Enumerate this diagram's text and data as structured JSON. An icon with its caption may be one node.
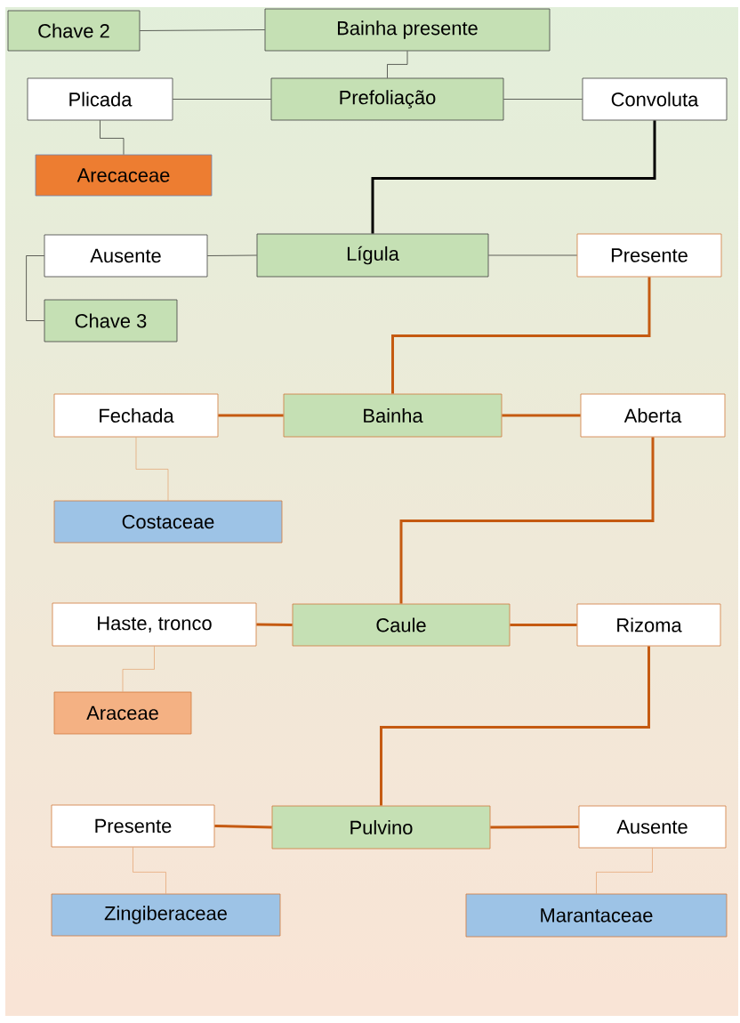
{
  "diagram": {
    "nodes": [
      {
        "text": [
          "Chave 2"
        ]
      },
      {
        "text": [
          "Bainha presente"
        ]
      },
      {
        "text": [
          "Plicada"
        ]
      },
      {
        "text": [
          "Prefoliação"
        ]
      },
      {
        "text": [
          "Convoluta"
        ]
      },
      {
        "text": [
          "Arecaceae"
        ]
      },
      {
        "text": [
          "Ausente"
        ]
      },
      {
        "text": [
          "Lígula"
        ]
      },
      {
        "text": [
          "Presente"
        ]
      },
      {
        "text": [
          "Chave 3"
        ]
      },
      {
        "text": [
          "Fechada"
        ]
      },
      {
        "text": [
          "Bainha"
        ]
      },
      {
        "text": [
          "Aberta"
        ]
      },
      {
        "text": [
          "Costaceae"
        ]
      },
      {
        "text": [
          "Haste, tronco"
        ]
      },
      {
        "text": [
          "Caule"
        ]
      },
      {
        "text": [
          "Rizoma"
        ]
      },
      {
        "text": [
          "Araceae"
        ]
      },
      {
        "text": [
          "Presente"
        ]
      },
      {
        "text": [
          "Pulvino"
        ]
      },
      {
        "text": [
          "Ausente"
        ]
      },
      {
        "text": [
          "Zingiberaceae"
        ]
      },
      {
        "text": [
          "Marantaceae"
        ]
      }
    ],
    "edges": [
      {
        "from": 0,
        "to": 1,
        "arrow": "none"
      },
      {
        "from": 1,
        "to": 3,
        "arrow": "none"
      },
      {
        "from": 3,
        "to": 2,
        "arrow": "none"
      },
      {
        "from": 3,
        "to": 4,
        "arrow": "none"
      },
      {
        "from": 2,
        "to": 5,
        "arrow": "none"
      },
      {
        "from": 4,
        "to": 7,
        "arrow": "none",
        "style": "thick"
      },
      {
        "from": 7,
        "to": 6,
        "arrow": "none"
      },
      {
        "from": 7,
        "to": 8,
        "arrow": "none"
      },
      {
        "from": 6,
        "to": 9,
        "arrow": "none"
      },
      {
        "from": 8,
        "to": 11,
        "arrow": "none",
        "style": "thick",
        "color": "#c55a11"
      },
      {
        "from": 11,
        "to": 10,
        "arrow": "none",
        "style": "thick",
        "color": "#c55a11"
      },
      {
        "from": 11,
        "to": 12,
        "arrow": "none",
        "style": "thick",
        "color": "#c55a11"
      },
      {
        "from": 10,
        "to": 13,
        "arrow": "none",
        "color": "#e0955a"
      },
      {
        "from": 12,
        "to": 15,
        "arrow": "none",
        "style": "thick",
        "color": "#c55a11"
      },
      {
        "from": 15,
        "to": 14,
        "arrow": "none",
        "style": "thick",
        "color": "#c55a11"
      },
      {
        "from": 15,
        "to": 16,
        "arrow": "none",
        "style": "thick",
        "color": "#c55a11"
      },
      {
        "from": 14,
        "to": 17,
        "arrow": "none",
        "color": "#e0955a"
      },
      {
        "from": 16,
        "to": 19,
        "arrow": "none",
        "style": "thick",
        "color": "#c55a11"
      },
      {
        "from": 19,
        "to": 18,
        "arrow": "none",
        "style": "thick",
        "color": "#c55a11"
      },
      {
        "from": 19,
        "to": 20,
        "arrow": "none",
        "style": "thick",
        "color": "#c55a11"
      },
      {
        "from": 18,
        "to": 21,
        "arrow": "none",
        "color": "#e0955a"
      },
      {
        "from": 20,
        "to": 22,
        "arrow": "none",
        "color": "#e0955a"
      }
    ]
  }
}
